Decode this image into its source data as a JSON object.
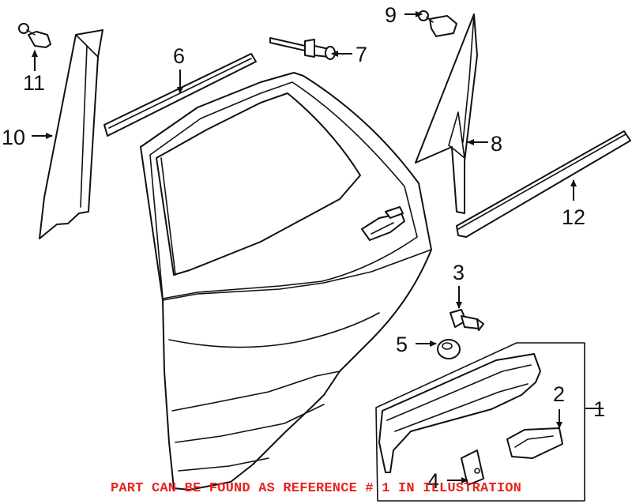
{
  "callouts": {
    "c1": "1",
    "c2": "2",
    "c3": "3",
    "c4": "4",
    "c5": "5",
    "c6": "6",
    "c7": "7",
    "c8": "8",
    "c9": "9",
    "c10": "10",
    "c11": "11",
    "c12": "12"
  },
  "footer": {
    "text": "PART CAN BE FOUND AS REFERENCE # 1 IN ILLUSTRATION",
    "color": "#e8231f"
  },
  "colors": {
    "line": "#111111",
    "background": "#ffffff"
  }
}
